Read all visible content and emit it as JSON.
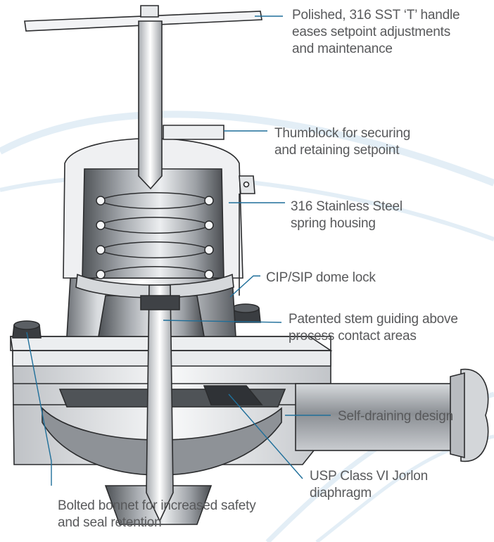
{
  "callouts": {
    "t_handle": {
      "lines": [
        "Polished, 316 SST ‘T’ handle",
        "eases setpoint adjustments",
        "and maintenance"
      ]
    },
    "thumblock": {
      "lines": [
        "Thumblock for securing",
        "and retaining setpoint"
      ]
    },
    "spring_housing": {
      "lines": [
        "316 Stainless Steel",
        "spring housing"
      ]
    },
    "dome_lock": {
      "lines": [
        "CIP/SIP dome lock"
      ]
    },
    "stem_guiding": {
      "lines": [
        "Patented stem guiding above",
        "process contact areas"
      ]
    },
    "self_draining": {
      "lines": [
        "Self-draining design"
      ]
    },
    "diaphragm": {
      "lines": [
        "USP Class VI Jorlon",
        "diaphragm"
      ]
    },
    "bolted_bonnet": {
      "lines": [
        "Bolted bonnet for increased safety",
        "and seal retention"
      ]
    }
  },
  "colors": {
    "leader_line": "#1f6f9a",
    "label_text": "#58595b",
    "metal_light": "#f1f2f4",
    "metal_mid": "#c9ccd1",
    "metal_dark": "#7d8187",
    "outline": "#2b2c2e",
    "background_swirl": "#e6f1f8"
  }
}
